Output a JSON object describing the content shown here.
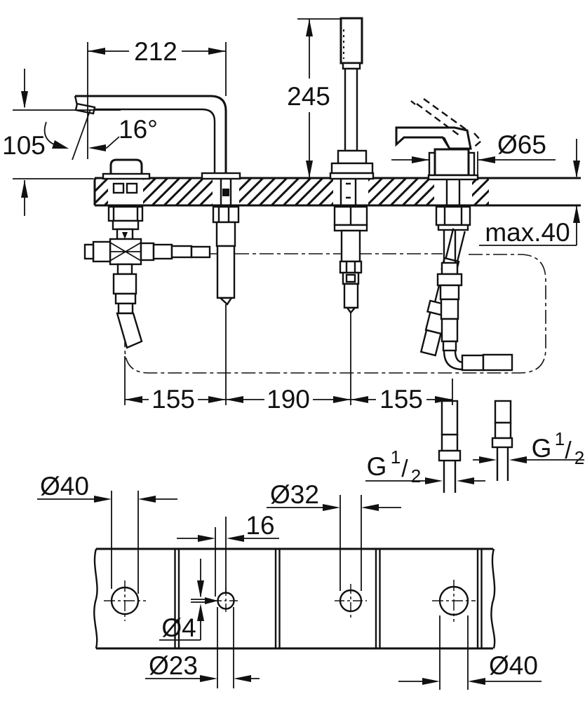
{
  "drawing": {
    "kind": "bath-mixer-installation-dimension-drawing",
    "background": "#ffffff",
    "line_color": "#111111"
  },
  "elevation": {
    "dim_spout_reach": "212",
    "dim_spout_height": "105",
    "spout_angle": "16°",
    "dim_handshower_height": "245",
    "dim_escutcheon_dia": "Ø65",
    "dim_deck_thickness": "max.40",
    "dim_spacing_left": "155",
    "dim_spacing_center": "190",
    "dim_spacing_right": "155",
    "thread_left": {
      "prefix": "G",
      "numerator": "1",
      "slash": "/",
      "denominator": "2"
    },
    "thread_right": {
      "prefix": "G",
      "numerator": "1",
      "slash": "/",
      "denominator": "2"
    }
  },
  "plan": {
    "dim_hole_left": "Ø40",
    "dim_hole_shower": "Ø32",
    "dim_pin_offset": "16",
    "dim_pin_hole": "Ø4",
    "dim_hole_small": "Ø23",
    "dim_hole_right": "Ø40"
  }
}
